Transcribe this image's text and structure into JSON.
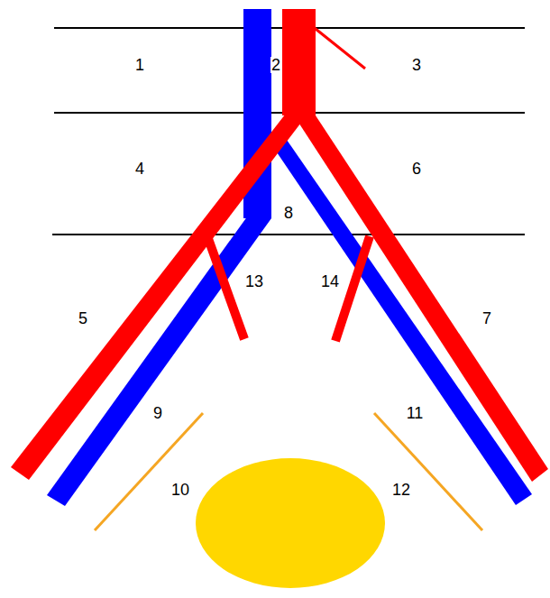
{
  "diagram": {
    "labels": [
      "1",
      "2",
      "3",
      "4",
      "5",
      "6",
      "7",
      "8",
      "9",
      "10",
      "11",
      "12",
      "13",
      "14"
    ]
  }
}
